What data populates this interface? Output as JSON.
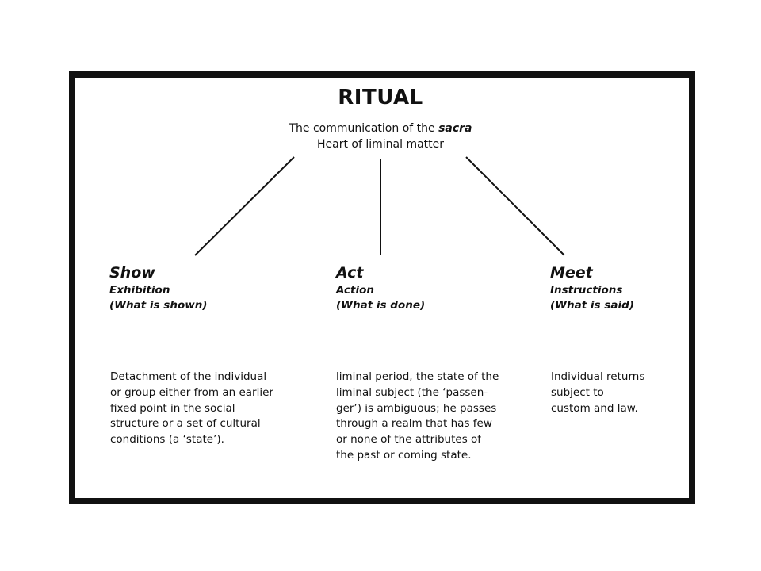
{
  "title": "RITUAL",
  "subtitle": {
    "line1_prefix": "The communication of the ",
    "line1_emphasis": "sacra",
    "line2": "Heart of liminal matter"
  },
  "branches": [
    {
      "heading": "Show",
      "subheading": "Exhibition",
      "question": "(What is shown)",
      "description": "Detachment of the individual\nor group either from an earlier\nfixed point in the social\nstructure or a set of cultural\nconditions (a ‘state’)."
    },
    {
      "heading": "Act",
      "subheading": "Action",
      "question": "(What is done)",
      "description": "liminal period, the state of the\nliminal subject (the ‘passen-\nger’) is ambiguous; he passes\nthrough a realm that has few\nor none of the attributes of\nthe past or coming state."
    },
    {
      "heading": "Meet",
      "subheading": "Instructions",
      "question": "(What is said)",
      "description": "Individual returns\nsubject to\ncustom and law."
    }
  ]
}
